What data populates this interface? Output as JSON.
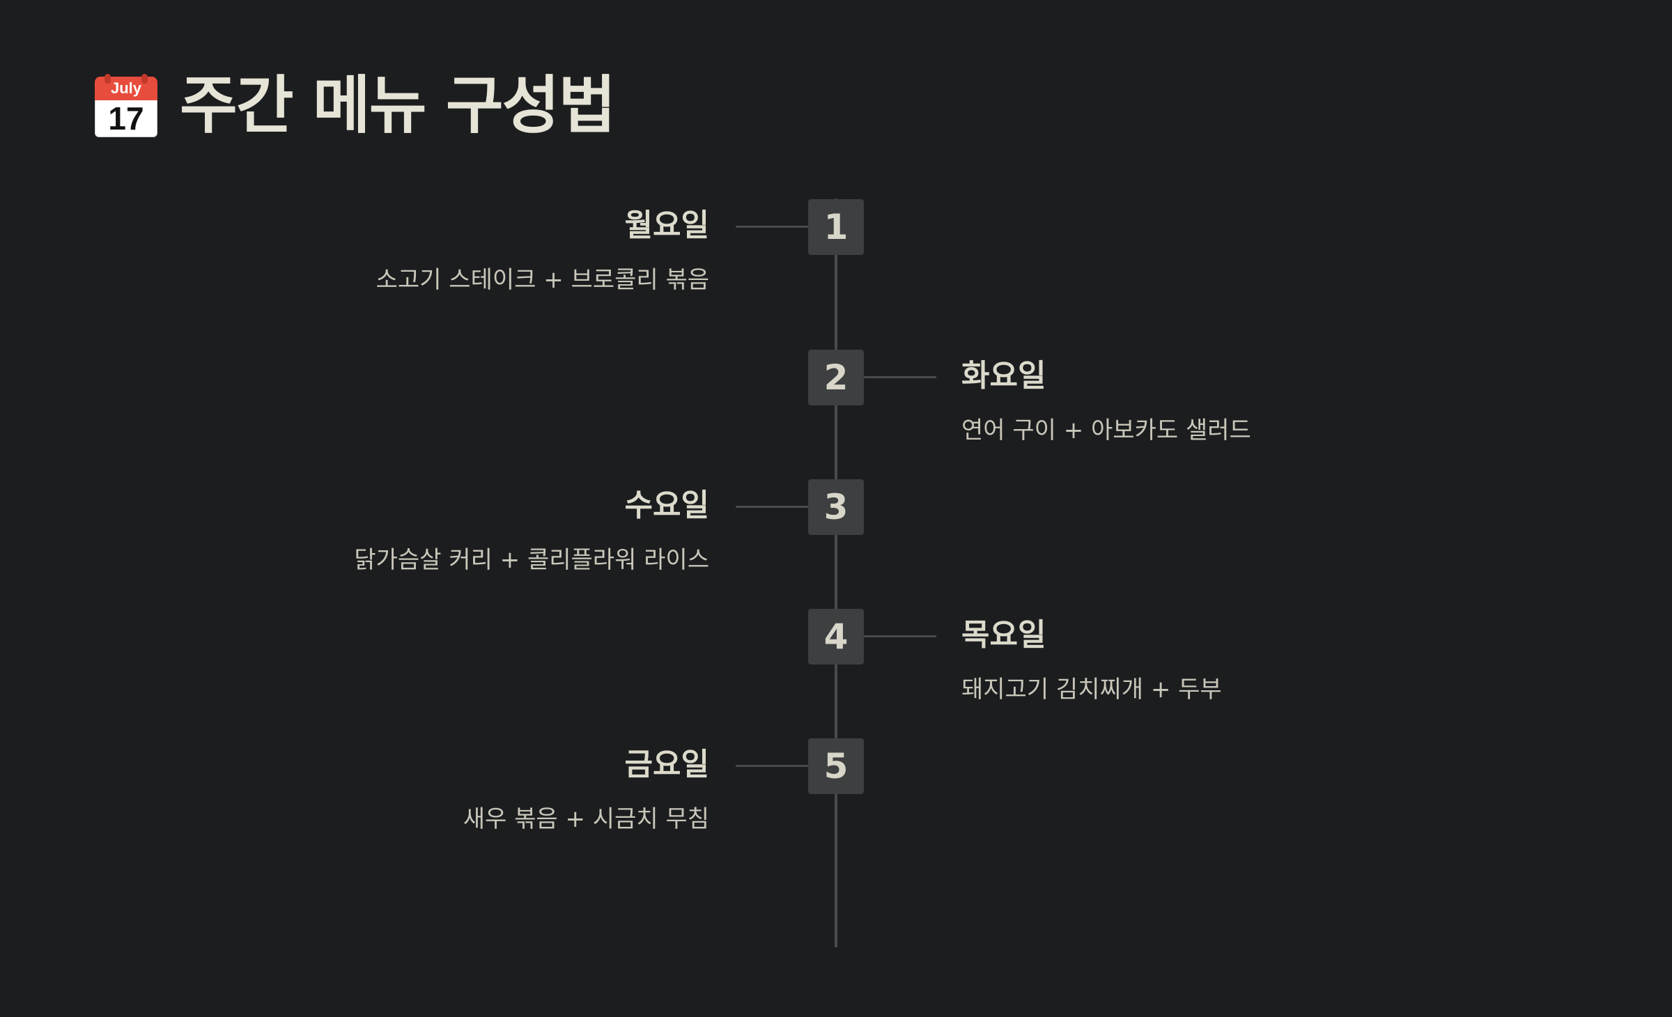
{
  "header": {
    "icon": "calendar-icon",
    "icon_month": "July",
    "icon_day": "17",
    "title": "주간 메뉴 구성법"
  },
  "colors": {
    "background": "#1c1d1f",
    "step_box": "#3e3f41",
    "line": "#4a4b4d",
    "text": "#e6e4d6"
  },
  "steps": [
    {
      "number": "1",
      "day": "월요일",
      "menu": "소고기 스테이크 + 브로콜리 볶음",
      "side": "left"
    },
    {
      "number": "2",
      "day": "화요일",
      "menu": "연어 구이 + 아보카도 샐러드",
      "side": "right"
    },
    {
      "number": "3",
      "day": "수요일",
      "menu": "닭가슴살 커리 + 콜리플라워 라이스",
      "side": "left"
    },
    {
      "number": "4",
      "day": "목요일",
      "menu": "돼지고기 김치찌개 + 두부",
      "side": "right"
    },
    {
      "number": "5",
      "day": "금요일",
      "menu": "새우 볶음 + 시금치 무침",
      "side": "left"
    }
  ]
}
